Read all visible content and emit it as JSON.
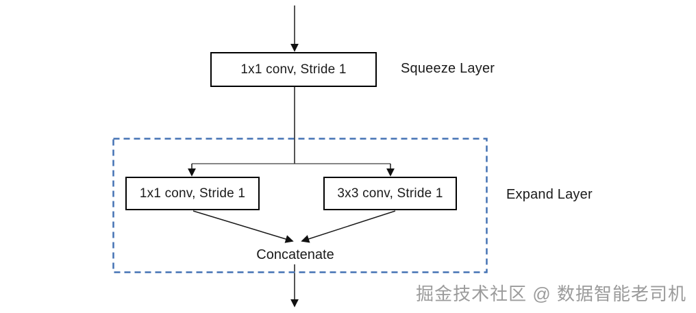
{
  "diagram": {
    "boxes": {
      "squeeze": {
        "label": "1x1 conv, Stride 1"
      },
      "expand_1x1": {
        "label": "1x1 conv, Stride 1"
      },
      "expand_3x3": {
        "label": "3x3 conv, Stride 1"
      }
    },
    "labels": {
      "squeeze_layer": "Squeeze Layer",
      "expand_layer": "Expand Layer",
      "concatenate": "Concatenate"
    },
    "colors": {
      "expand_group_border": "#4472b4",
      "box_border": "#000000",
      "wire": "#1a1a1a"
    }
  },
  "watermark": {
    "text": "掘金技术社区 @ 数据智能老司机"
  }
}
